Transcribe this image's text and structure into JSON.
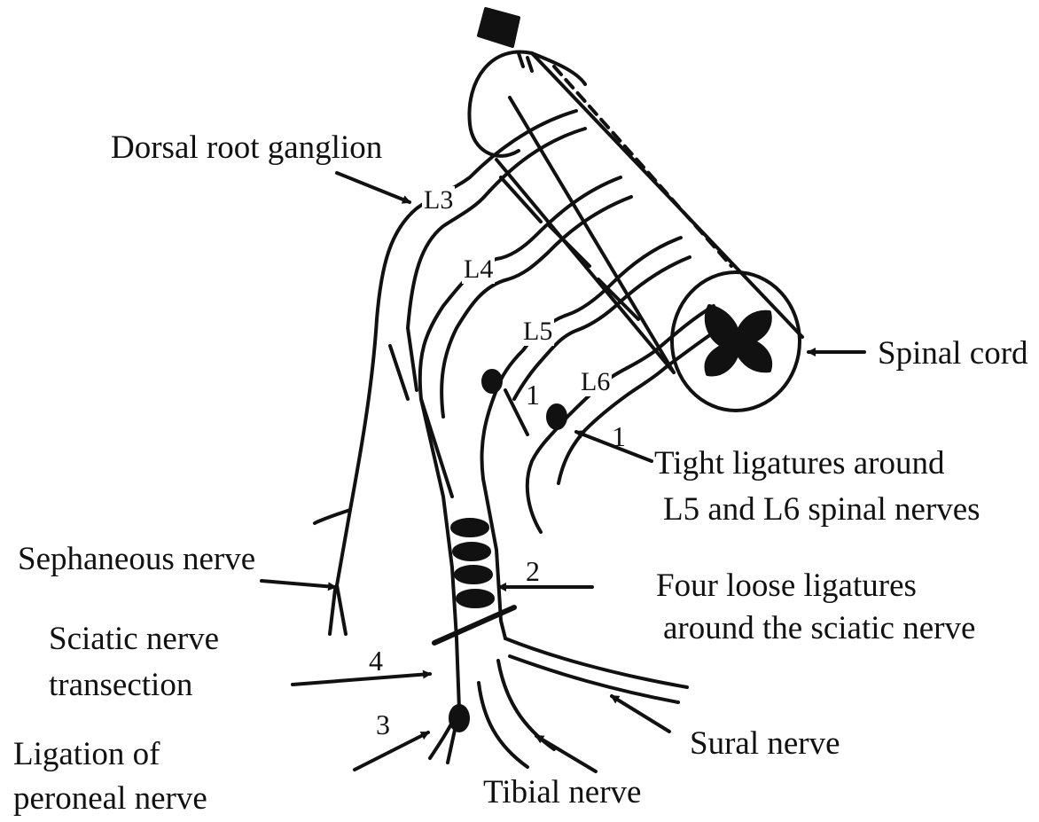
{
  "labels": {
    "dorsal_root_ganglion": "Dorsal root ganglion",
    "spinal_cord": "Spinal cord",
    "tight_ligatures_line1": "Tight ligatures around",
    "tight_ligatures_line2": "L5 and L6 spinal nerves",
    "sephaneous_nerve": "Sephaneous nerve",
    "four_loose_line1": "Four loose ligatures",
    "four_loose_line2": "around the sciatic nerve",
    "sciatic_transection_line1": "Sciatic nerve",
    "sciatic_transection_line2": "transection",
    "sural_nerve": "Sural nerve",
    "ligation_peroneal_line1": "Ligation of",
    "ligation_peroneal_line2": "peroneal nerve",
    "tibial_nerve": "Tibial nerve"
  },
  "segments": {
    "l3": "L3",
    "l4": "L4",
    "l5": "L5",
    "l6": "L6"
  },
  "markers": {
    "m1a": "1",
    "m1b": "1",
    "m2": "2",
    "m3": "3",
    "m4": "4"
  }
}
